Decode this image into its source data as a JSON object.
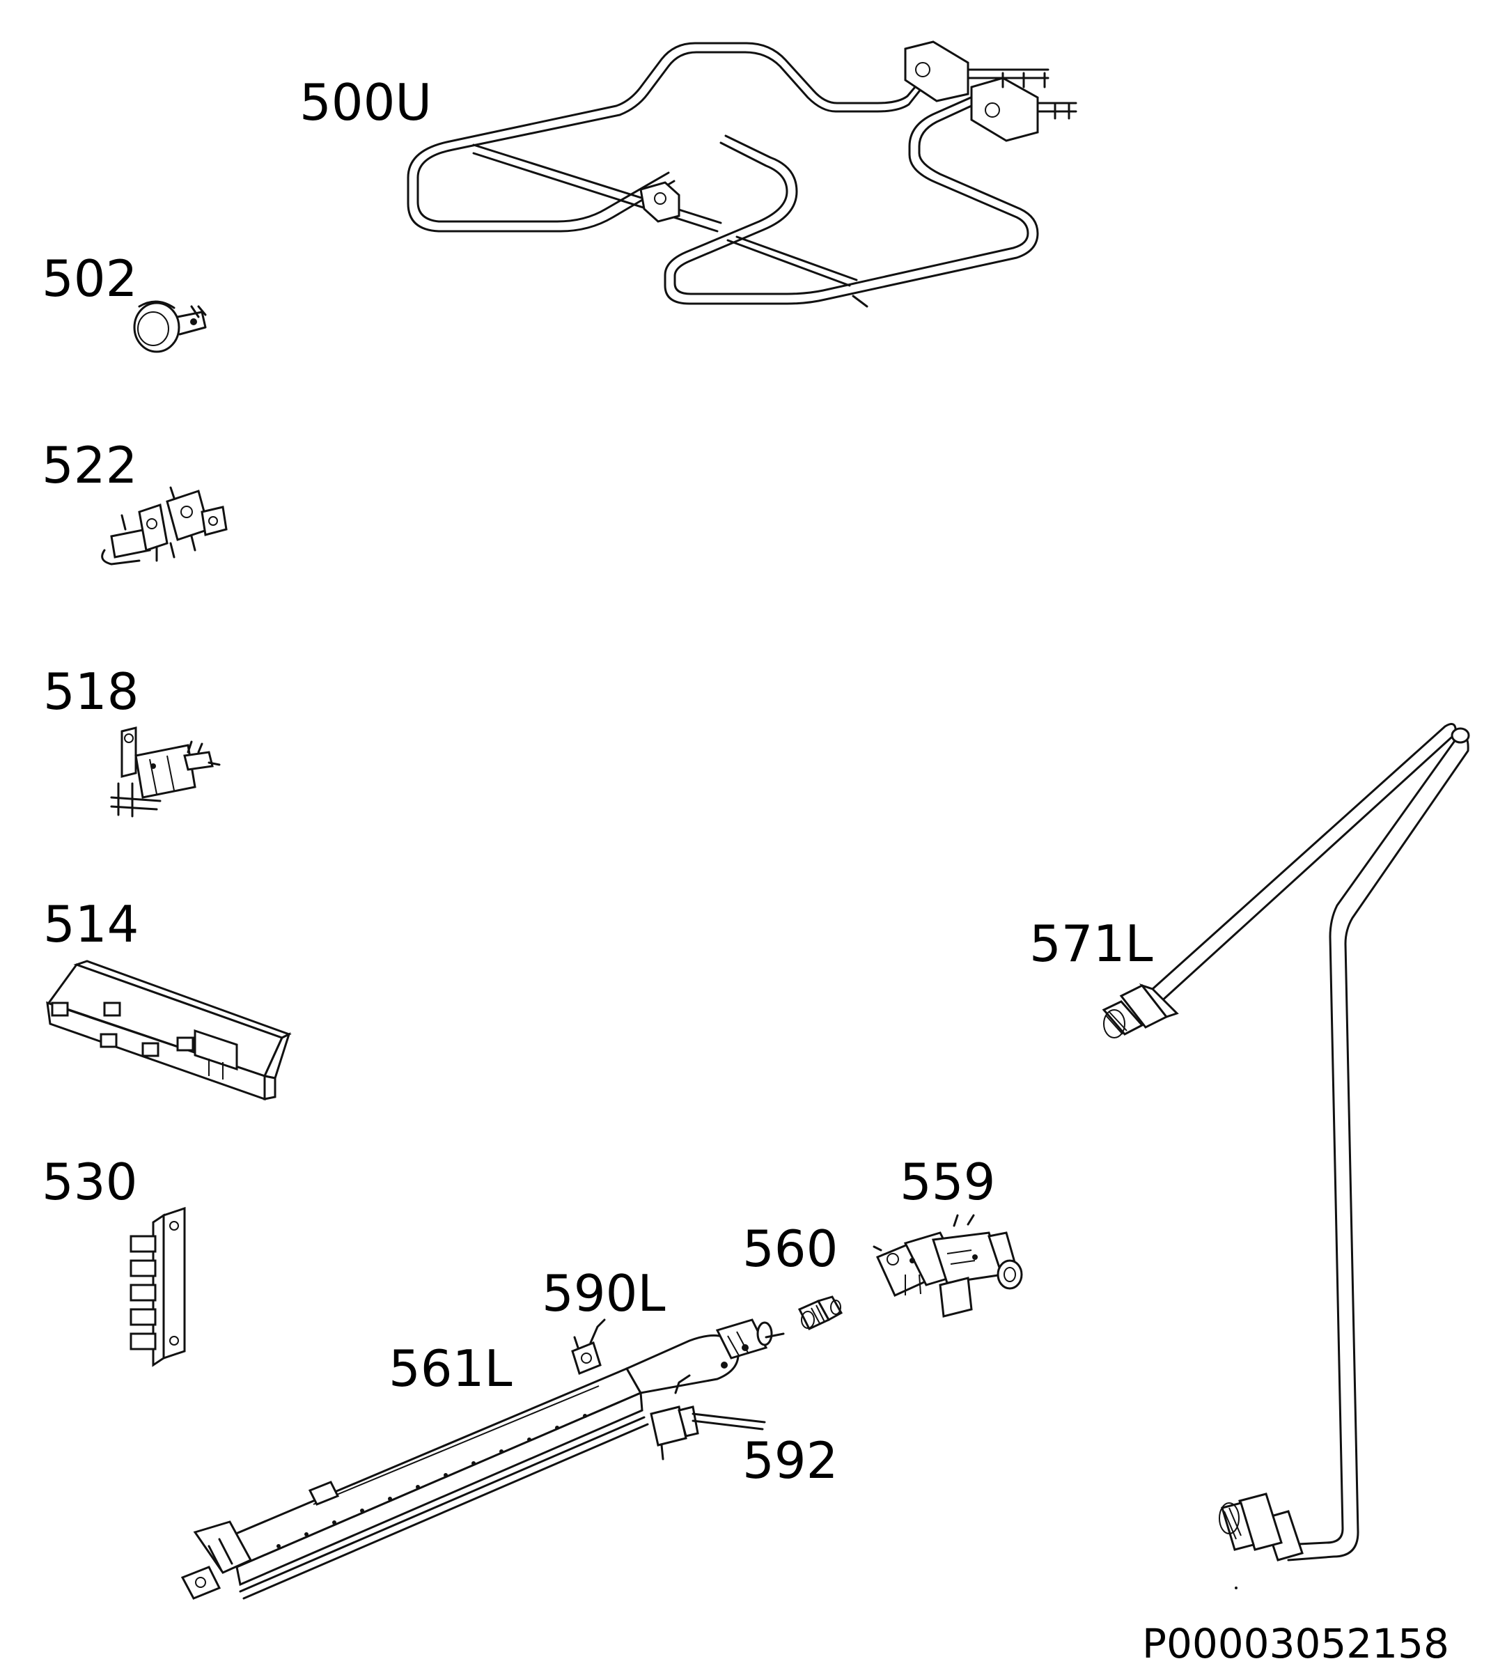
{
  "diagram": {
    "reference_code": "P00003052158",
    "parts": [
      {
        "id": "500U",
        "label": "500U",
        "icon": "heating-element-icon"
      },
      {
        "id": "502",
        "label": "502",
        "icon": "thermostat-knob-icon"
      },
      {
        "id": "522",
        "label": "522",
        "icon": "bracket-icon"
      },
      {
        "id": "518",
        "label": "518",
        "icon": "switch-icon"
      },
      {
        "id": "514",
        "label": "514",
        "icon": "ignition-module-icon"
      },
      {
        "id": "530",
        "label": "530",
        "icon": "terminal-block-icon"
      },
      {
        "id": "571L",
        "label": "571L",
        "icon": "gas-pipe-icon"
      },
      {
        "id": "559",
        "label": "559",
        "icon": "gas-valve-icon"
      },
      {
        "id": "560",
        "label": "560",
        "icon": "nozzle-icon"
      },
      {
        "id": "590L",
        "label": "590L",
        "icon": "electrode-icon"
      },
      {
        "id": "561L",
        "label": "561L",
        "icon": "burner-icon"
      },
      {
        "id": "592",
        "label": "592",
        "icon": "thermocouple-icon"
      }
    ]
  }
}
